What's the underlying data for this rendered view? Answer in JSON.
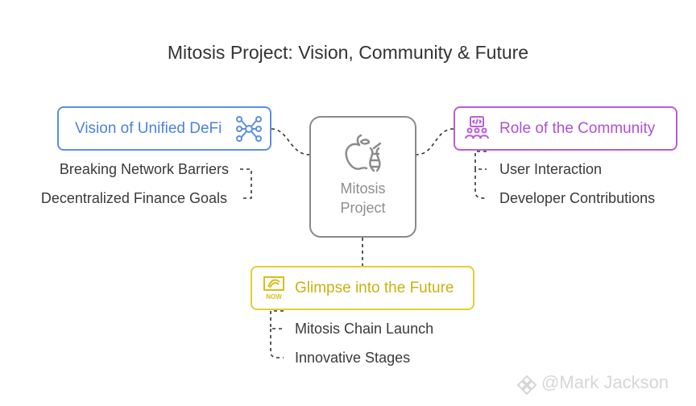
{
  "title": "Mitosis Project: Vision, Community & Future",
  "center": {
    "line1": "Mitosis",
    "line2": "Project",
    "icon": "apple-dna-icon"
  },
  "branches": {
    "vision": {
      "label": "Vision of Unified DeFi",
      "icon": "network-nodes-icon",
      "color": "#4c82dc",
      "items": [
        "Breaking Network Barriers",
        "Decentralized Finance Goals"
      ]
    },
    "community": {
      "label": "Role of the Community",
      "icon": "developer-group-icon",
      "color": "#b04fd6",
      "items": [
        "User Interaction",
        "Developer Contributions"
      ]
    },
    "future": {
      "label": "Glimpse into the Future",
      "icon": "now-badge-icon",
      "icon_text": "NOW",
      "color": "#ccb10f",
      "items": [
        "Mitosis Chain Launch",
        "Innovative Stages"
      ]
    }
  },
  "watermark": "@Mark Jackson"
}
